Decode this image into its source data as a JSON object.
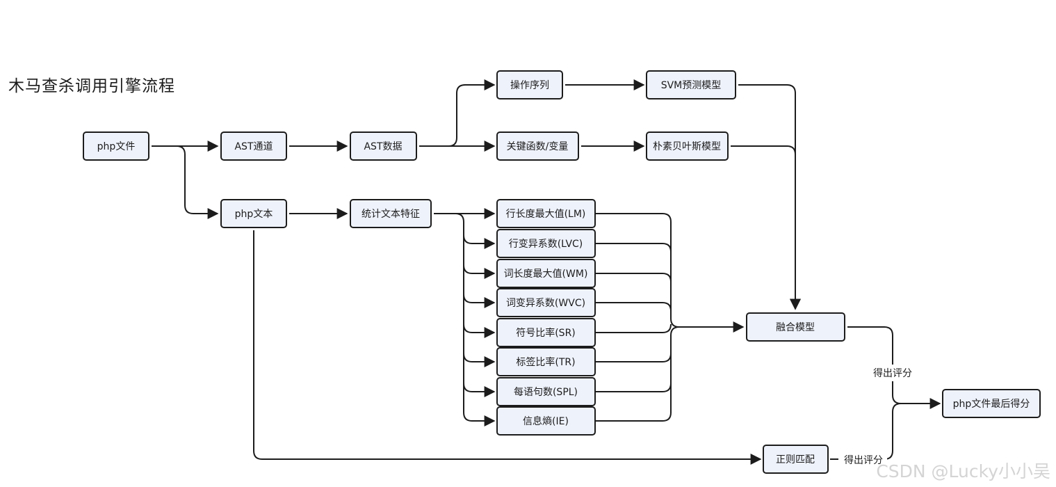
{
  "title": "木马查杀调用引擎流程",
  "watermark": "CSDN @Lucky小小吴",
  "nodes": {
    "php_file": "php文件",
    "ast_channel": "AST通道",
    "ast_data": "AST数据",
    "op_seq": "操作序列",
    "svm": "SVM预测模型",
    "key_func": "关键函数/变量",
    "bayes": "朴素贝叶斯模型",
    "php_text": "php文本",
    "stat_feat": "统计文本特征",
    "lm": "行长度最大值(LM)",
    "lvc": "行变异系数(LVC)",
    "wm": "词长度最大值(WM)",
    "wvc": "词变异系数(WVC)",
    "sr": "符号比率(SR)",
    "tr": "标签比率(TR)",
    "spl": "每语句数(SPL)",
    "ie": "信息熵(IE)",
    "fusion": "融合模型",
    "final": "php文件最后得分",
    "regex": "正则匹配"
  },
  "edge_labels": {
    "fusion_to_final": "得出评分",
    "regex_to_final": "得出评分"
  }
}
